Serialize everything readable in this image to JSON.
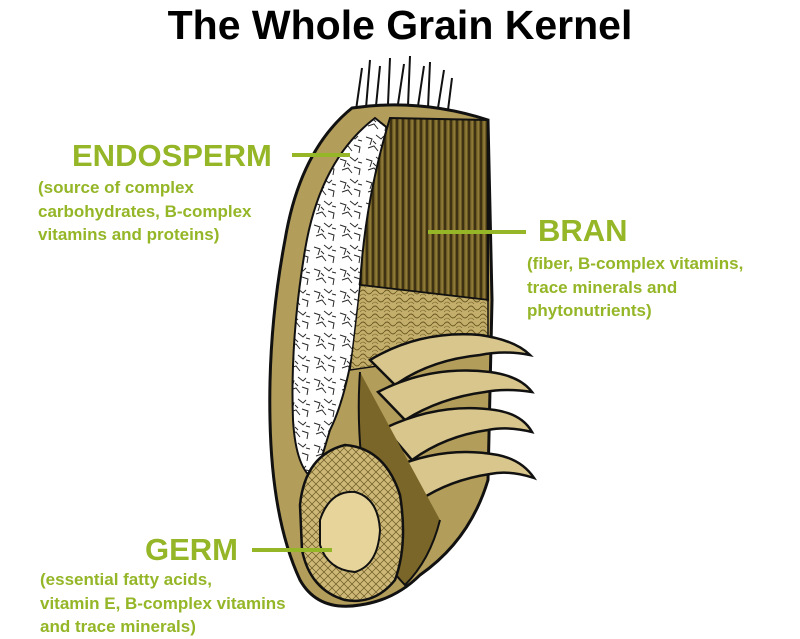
{
  "title": "The Whole Grain Kernel",
  "colors": {
    "label_green": "#94b627",
    "bran_dark": "#5a4a1c",
    "bran_mid": "#b39d5a",
    "bran_light": "#d9c68c",
    "outline": "#111111",
    "germ": "#e6d49a"
  },
  "labels": {
    "endosperm": {
      "name": "ENDOSPERM",
      "desc": [
        "(source of complex",
        "carbohydrates, B-complex",
        "vitamins and proteins)"
      ]
    },
    "bran": {
      "name": "BRAN",
      "desc": [
        "(fiber, B-complex vitamins,",
        "trace minerals and",
        "phytonutrients)"
      ]
    },
    "germ": {
      "name": "GERM",
      "desc": [
        "(essential fatty acids,",
        "vitamin E, B-complex vitamins",
        "and trace minerals)"
      ]
    }
  }
}
